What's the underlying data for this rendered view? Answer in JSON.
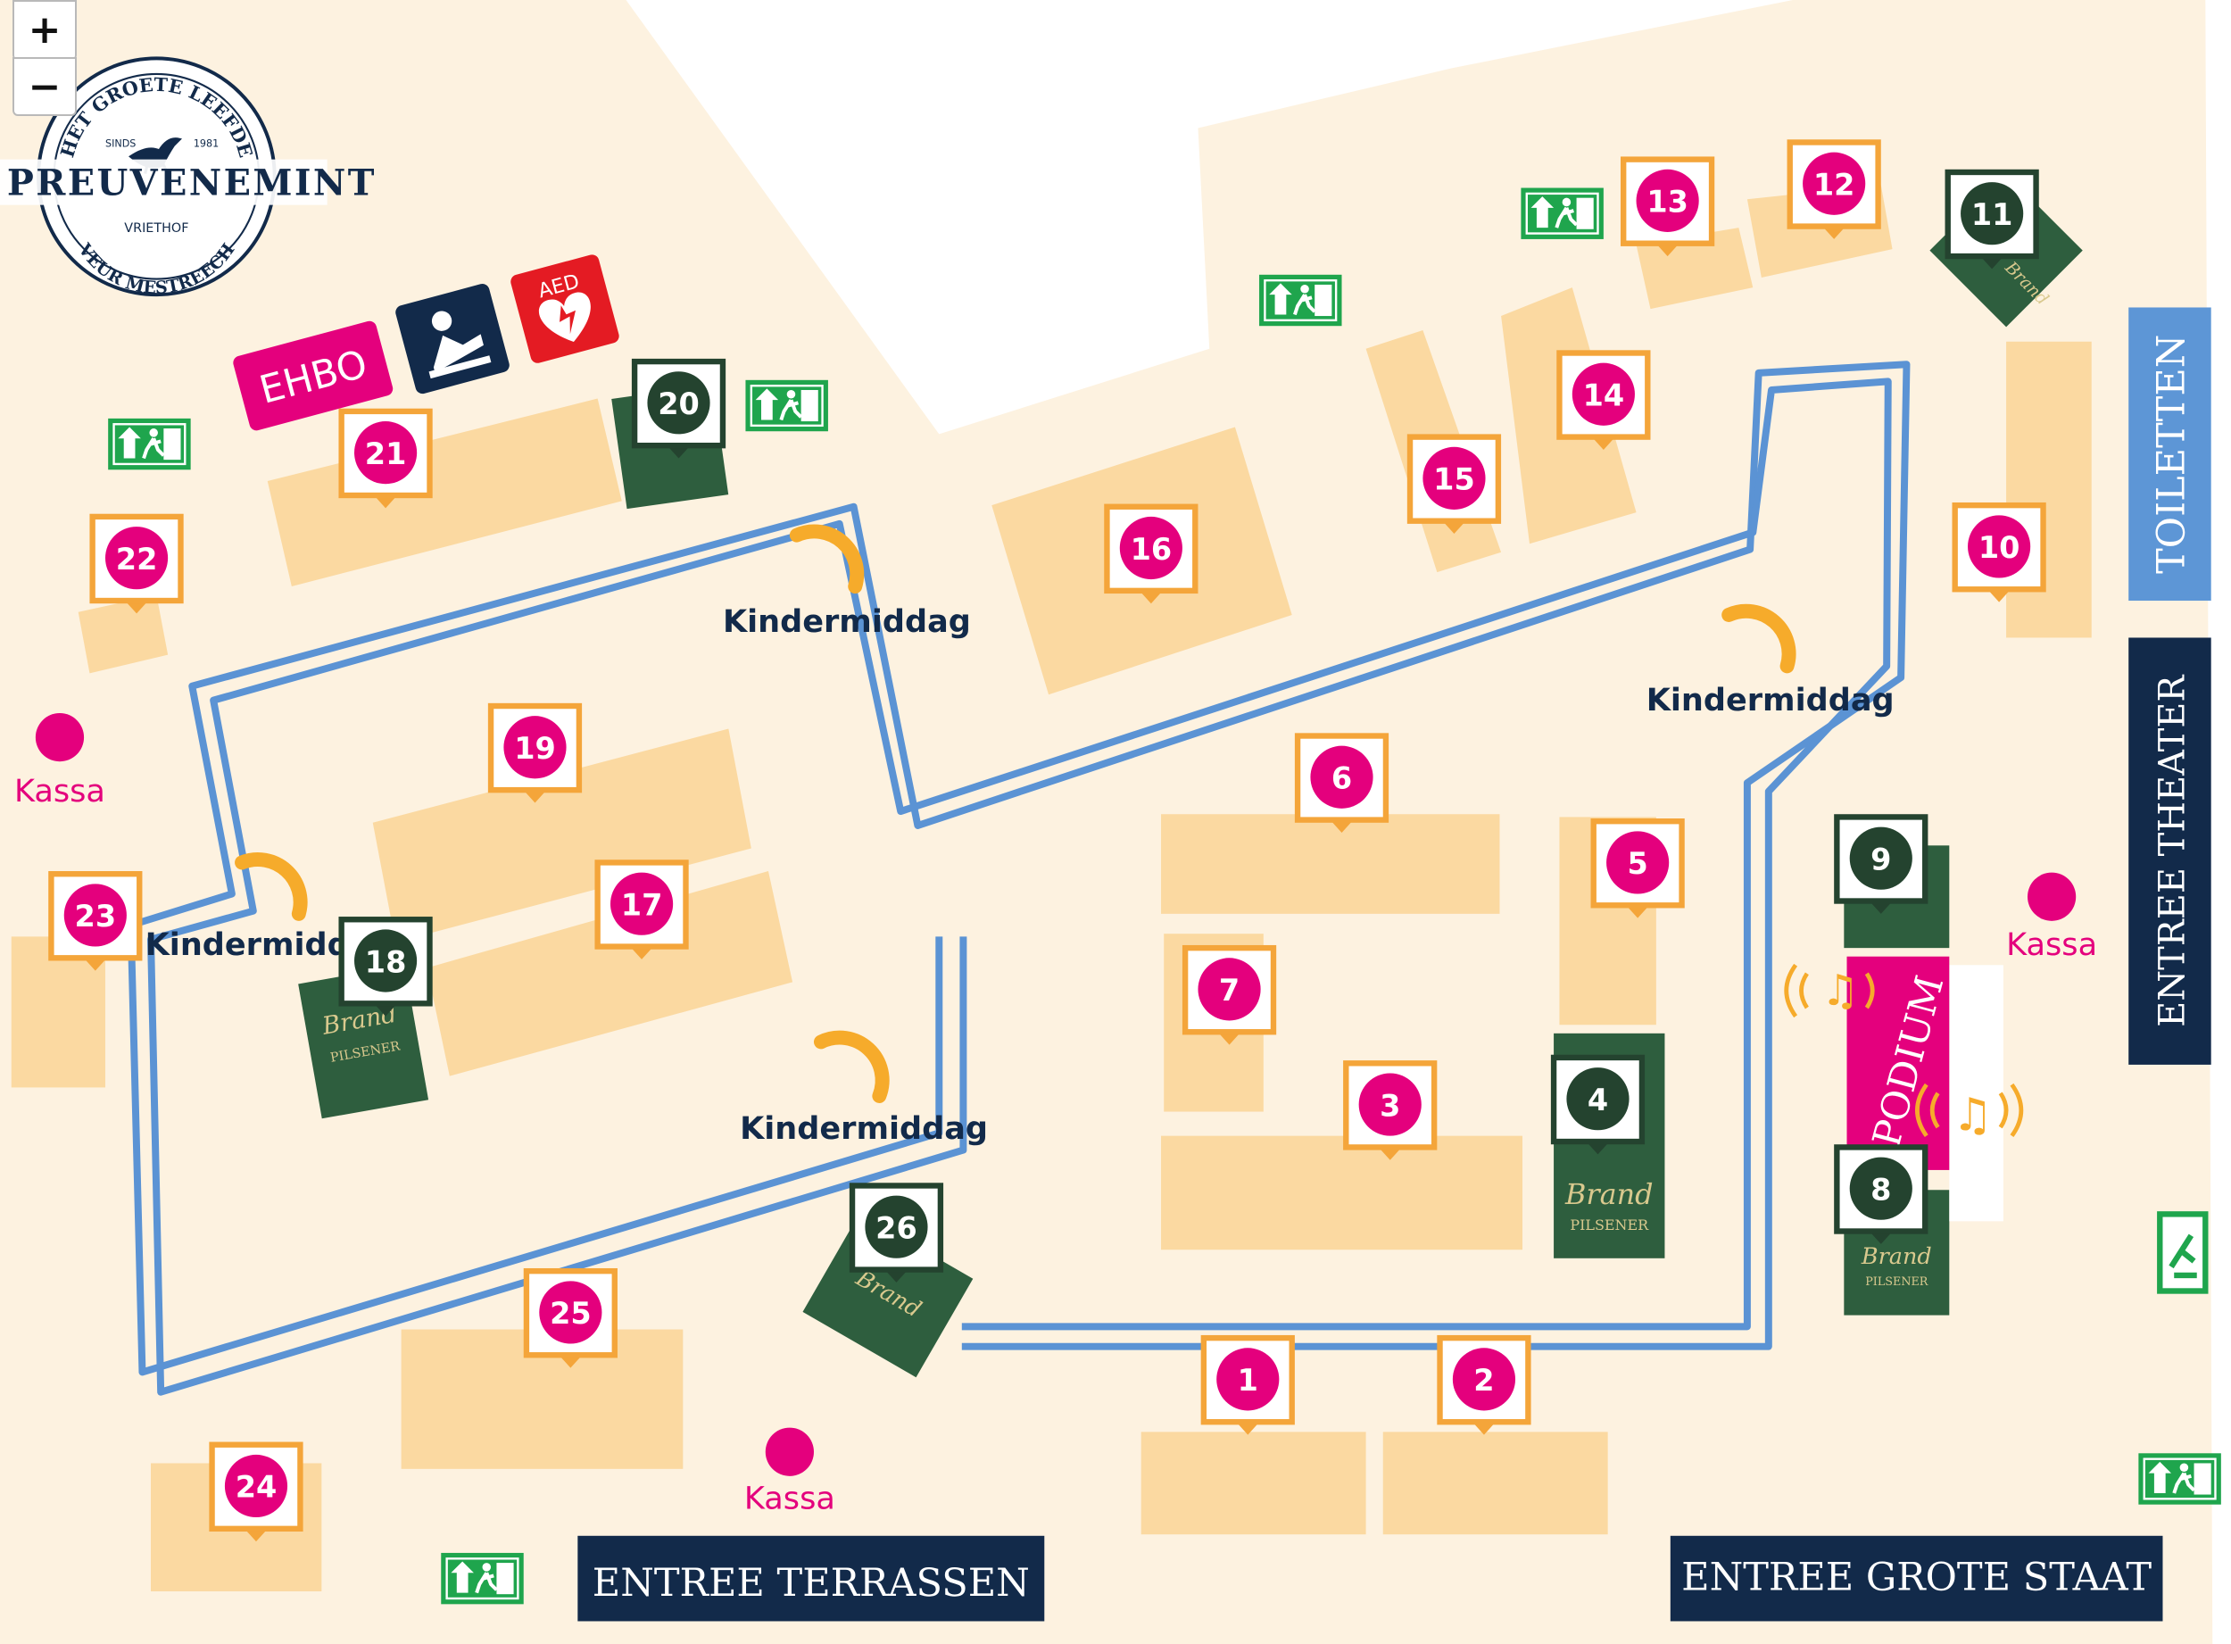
{
  "controls": {
    "zoom_in_label": "+",
    "zoom_out_label": "−"
  },
  "logo": {
    "top_text": "HET GROETE LEEFDE",
    "name": "'T PREUVENEMINT",
    "since": "SINDS",
    "year": "1981",
    "place": "VRIETHOF",
    "bottom_text": "VEUR MESTREECH"
  },
  "facilities": {
    "ehbo": "EHBO",
    "aed": "AED",
    "baby_icon": "baby-changing-icon",
    "aed_icon": "heart-defibrillator-icon"
  },
  "stand_numbers": [
    "1",
    "2",
    "3",
    "4",
    "5",
    "6",
    "7",
    "8",
    "9",
    "10",
    "11",
    "12",
    "13",
    "14",
    "15",
    "16",
    "17",
    "18",
    "19",
    "20",
    "21",
    "22",
    "23",
    "24",
    "25",
    "26"
  ],
  "beer_brand": {
    "line1": "Brand",
    "line2": "PILSENER"
  },
  "labels": {
    "kassa": "Kassa",
    "kindermiddag_full": "Kindermiddag",
    "kindermiddag_cut": "Kindermidd",
    "podium": "PODIUM",
    "toiletten": "TOILETTEN",
    "entree_theater": "ENTREE THEATER",
    "entree_terrassen": "ENTREE TERRASSEN",
    "entree_grote_staat": "ENTREE GROTE STAAT"
  },
  "colors": {
    "ground": "#fdf2e0",
    "stand_area": "#fbd9a1",
    "pin_pink": "#e4007d",
    "pin_dark": "#24432f",
    "pin_border": "#f4a53a",
    "beer_green": "#2e5e3e",
    "route_blue": "#5b93d4",
    "navy": "#122a4a",
    "toilet_blue": "#5d96d6",
    "exit_green": "#1fa54d",
    "kinder_arc": "#f6ab2b"
  }
}
